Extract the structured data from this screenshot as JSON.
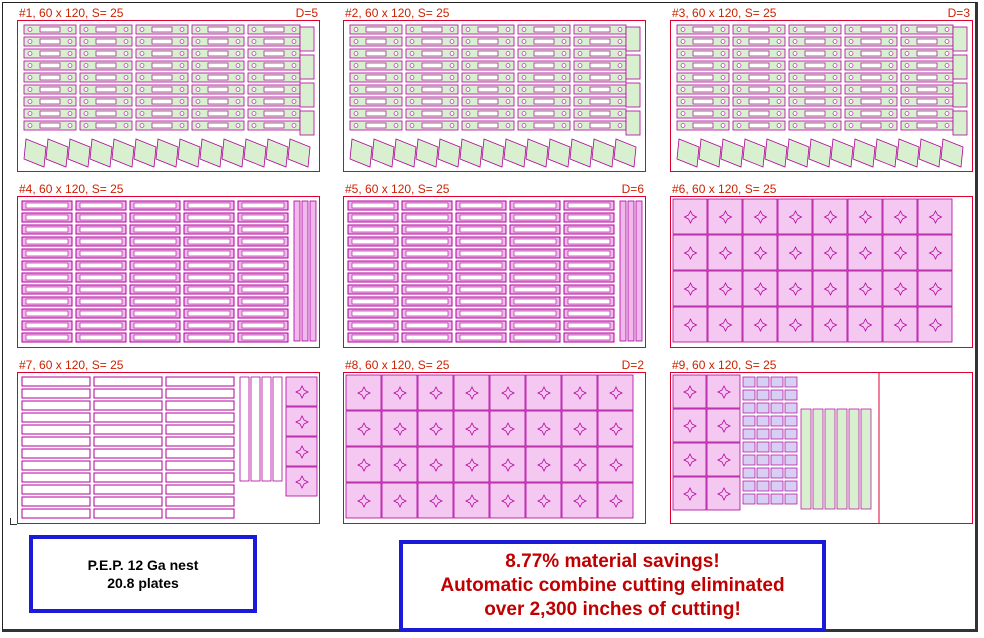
{
  "panels": [
    {
      "label": "#1, 60 x 120, S= 25",
      "d": "D=5",
      "pattern": "tabs"
    },
    {
      "label": "#2, 60 x 120, S= 25",
      "d": "",
      "pattern": "tabs"
    },
    {
      "label": "#3, 60 x 120, S= 25",
      "d": "D=3",
      "pattern": "tabs"
    },
    {
      "label": "#4, 60 x 120, S= 25",
      "d": "",
      "pattern": "rails"
    },
    {
      "label": "#5, 60 x 120, S= 25",
      "d": "D=6",
      "pattern": "rails"
    },
    {
      "label": "#6, 60 x 120, S= 25",
      "d": "",
      "pattern": "stars"
    },
    {
      "label": "#7, 60 x 120, S= 25",
      "d": "",
      "pattern": "mixed7"
    },
    {
      "label": "#8, 60 x 120, S= 25",
      "d": "D=2",
      "pattern": "stars8"
    },
    {
      "label": "#9, 60 x 120, S= 25",
      "d": "",
      "pattern": "mixed9"
    }
  ],
  "info_left": {
    "line1": "P.E.P. 12 Ga nest",
    "line2": "20.8 plates"
  },
  "info_right": {
    "line1": "8.77% material savings!",
    "line2": "Automatic combine cutting eliminated",
    "line3": "over 2,300 inches of cutting!"
  },
  "colors": {
    "sheet_border": "#e00030",
    "part_stroke": "#b0009a",
    "part_fill": "#f4c8f0",
    "tab_fill": "#d8f0d0",
    "label": "#cc2200",
    "info_border": "#1a1ad8",
    "savings_text": "#c00000"
  }
}
